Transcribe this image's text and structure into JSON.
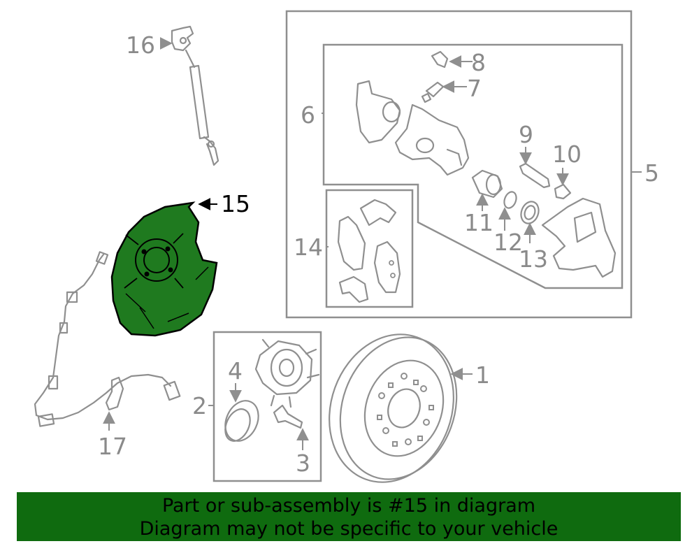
{
  "highlight_color": "#0f6b0f",
  "highlight_fill": "#1f7a1f",
  "callouts": {
    "c1": "1",
    "c2": "2",
    "c3": "3",
    "c4": "4",
    "c5": "5",
    "c6": "6",
    "c7": "7",
    "c8": "8",
    "c9": "9",
    "c10": "10",
    "c11": "11",
    "c12": "12",
    "c13": "13",
    "c14": "14",
    "c15": "15",
    "c16": "16",
    "c17": "17"
  },
  "banner": {
    "line1": "Part or sub-assembly is #15 in diagram",
    "line2": "Diagram may not be specific to your vehicle"
  }
}
